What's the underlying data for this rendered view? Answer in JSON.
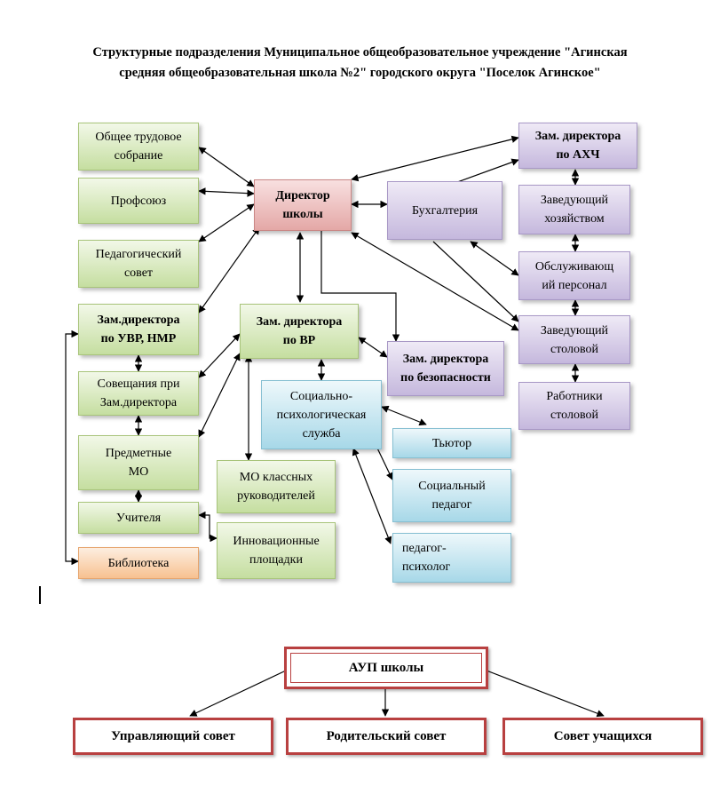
{
  "title": {
    "line1": "Структурные подразделения Муниципальное общеобразовательное учреждение \"Агинская",
    "line2": "средняя общеобразовательная школа №2\" городского округа \"Поселок Агинское\""
  },
  "nodes": {
    "obshee": [
      "Общее трудовое",
      "собрание"
    ],
    "profsoyuz": [
      "Профсоюз"
    ],
    "pedsovet": [
      "Педагогический",
      "совет"
    ],
    "zam_uvr": [
      "Зам.директора",
      "по УВР, НМР"
    ],
    "soveshaniya": [
      "Совещания при",
      "Зам.директора"
    ],
    "predmetnye": [
      "Предметные",
      "МО"
    ],
    "uchitelya": [
      "Учителя"
    ],
    "biblioteka": [
      "Библиотека"
    ],
    "direktor": [
      "Директор",
      "школы"
    ],
    "zam_vr": [
      "Зам. директора",
      "по ВР"
    ],
    "mo_klass": [
      "МО классных",
      "руководителей"
    ],
    "innov": [
      "Инновационные",
      "площадки"
    ],
    "socpsy": [
      "Социально-",
      "психологическая",
      "служба"
    ],
    "tyutor": [
      "Тьютор"
    ],
    "socped": [
      "Социальный",
      "педагог"
    ],
    "pedpsy": [
      "педагог-",
      "психолог"
    ],
    "buh": [
      "Бухгалтерия"
    ],
    "zam_bez": [
      "Зам. директора",
      "по безопасности"
    ],
    "zam_ahch": [
      "Зам. директора",
      "по АХЧ"
    ],
    "zav_hoz": [
      "Заведующий",
      "хозяйством"
    ],
    "obsl": [
      "Обслуживающ",
      "ий персонал"
    ],
    "zav_stol": [
      "Заведующий",
      "столовой"
    ],
    "rab_stol": [
      "Работники",
      "столовой"
    ]
  },
  "bottom": {
    "aup": "АУП школы",
    "upr": "Управляющий совет",
    "rod": "Родительский совет",
    "uch": "Совет учащихся"
  },
  "colors": {
    "green": "#c5dea0",
    "red": "#e4a8a6",
    "purple": "#c5b8dd",
    "blue": "#a7d8e8",
    "orange": "#f7c190",
    "frame": "#b84040"
  }
}
